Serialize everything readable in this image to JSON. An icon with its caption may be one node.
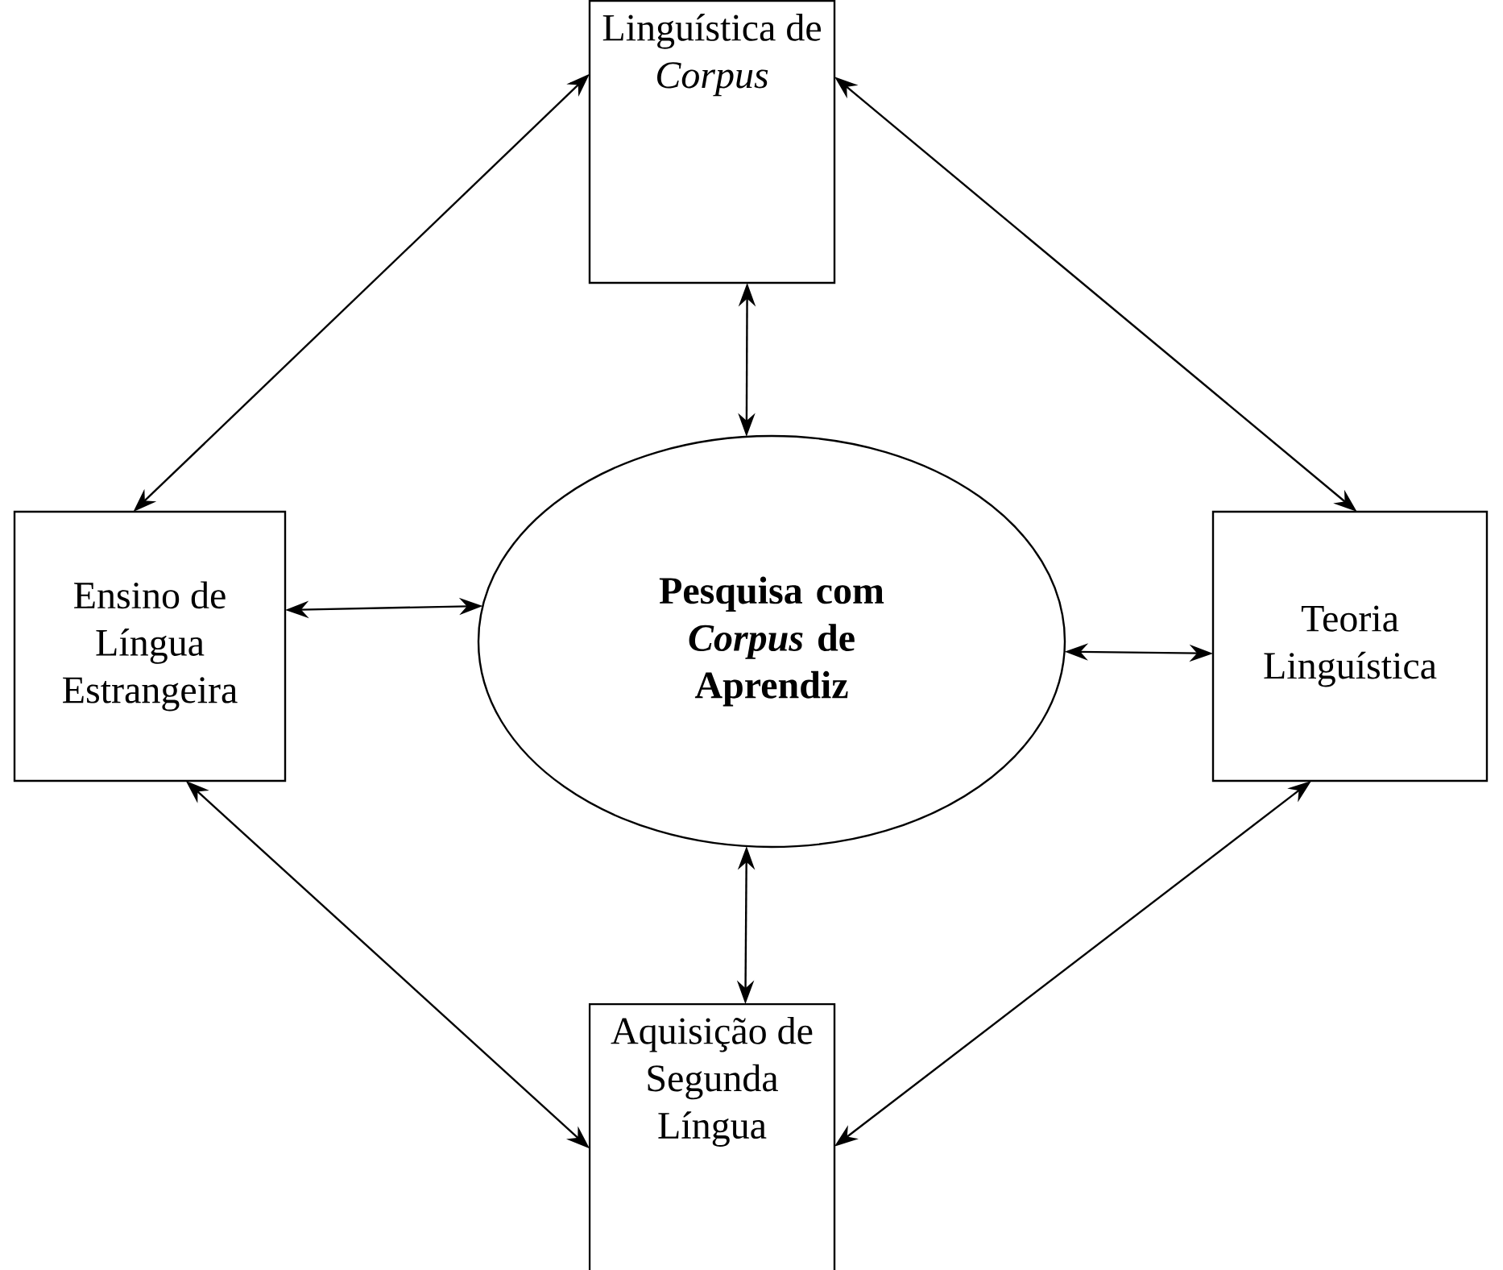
{
  "diagram": {
    "nodes": [
      {
        "text": [
          "Linguística de *Corpus*"
        ]
      },
      {
        "text": [
          "Ensino de Língua Estrangeira"
        ]
      },
      {
        "text": [
          "Pesquisa com *Corpus* de Aprendiz"
        ]
      },
      {
        "text": [
          "Teoria Linguística"
        ]
      },
      {
        "text": [
          "Aquisição de Segunda Língua"
        ]
      }
    ],
    "edges": [
      {
        "from": 0,
        "to": 1,
        "arrow": "both"
      },
      {
        "from": 0,
        "to": 3,
        "arrow": "both"
      },
      {
        "from": 0,
        "to": 2,
        "arrow": "both"
      },
      {
        "from": 1,
        "to": 2,
        "arrow": "both"
      },
      {
        "from": 2,
        "to": 3,
        "arrow": "both"
      },
      {
        "from": 2,
        "to": 4,
        "arrow": "both"
      },
      {
        "from": 1,
        "to": 4,
        "arrow": "both"
      },
      {
        "from": 3,
        "to": 4,
        "arrow": "both"
      }
    ]
  }
}
